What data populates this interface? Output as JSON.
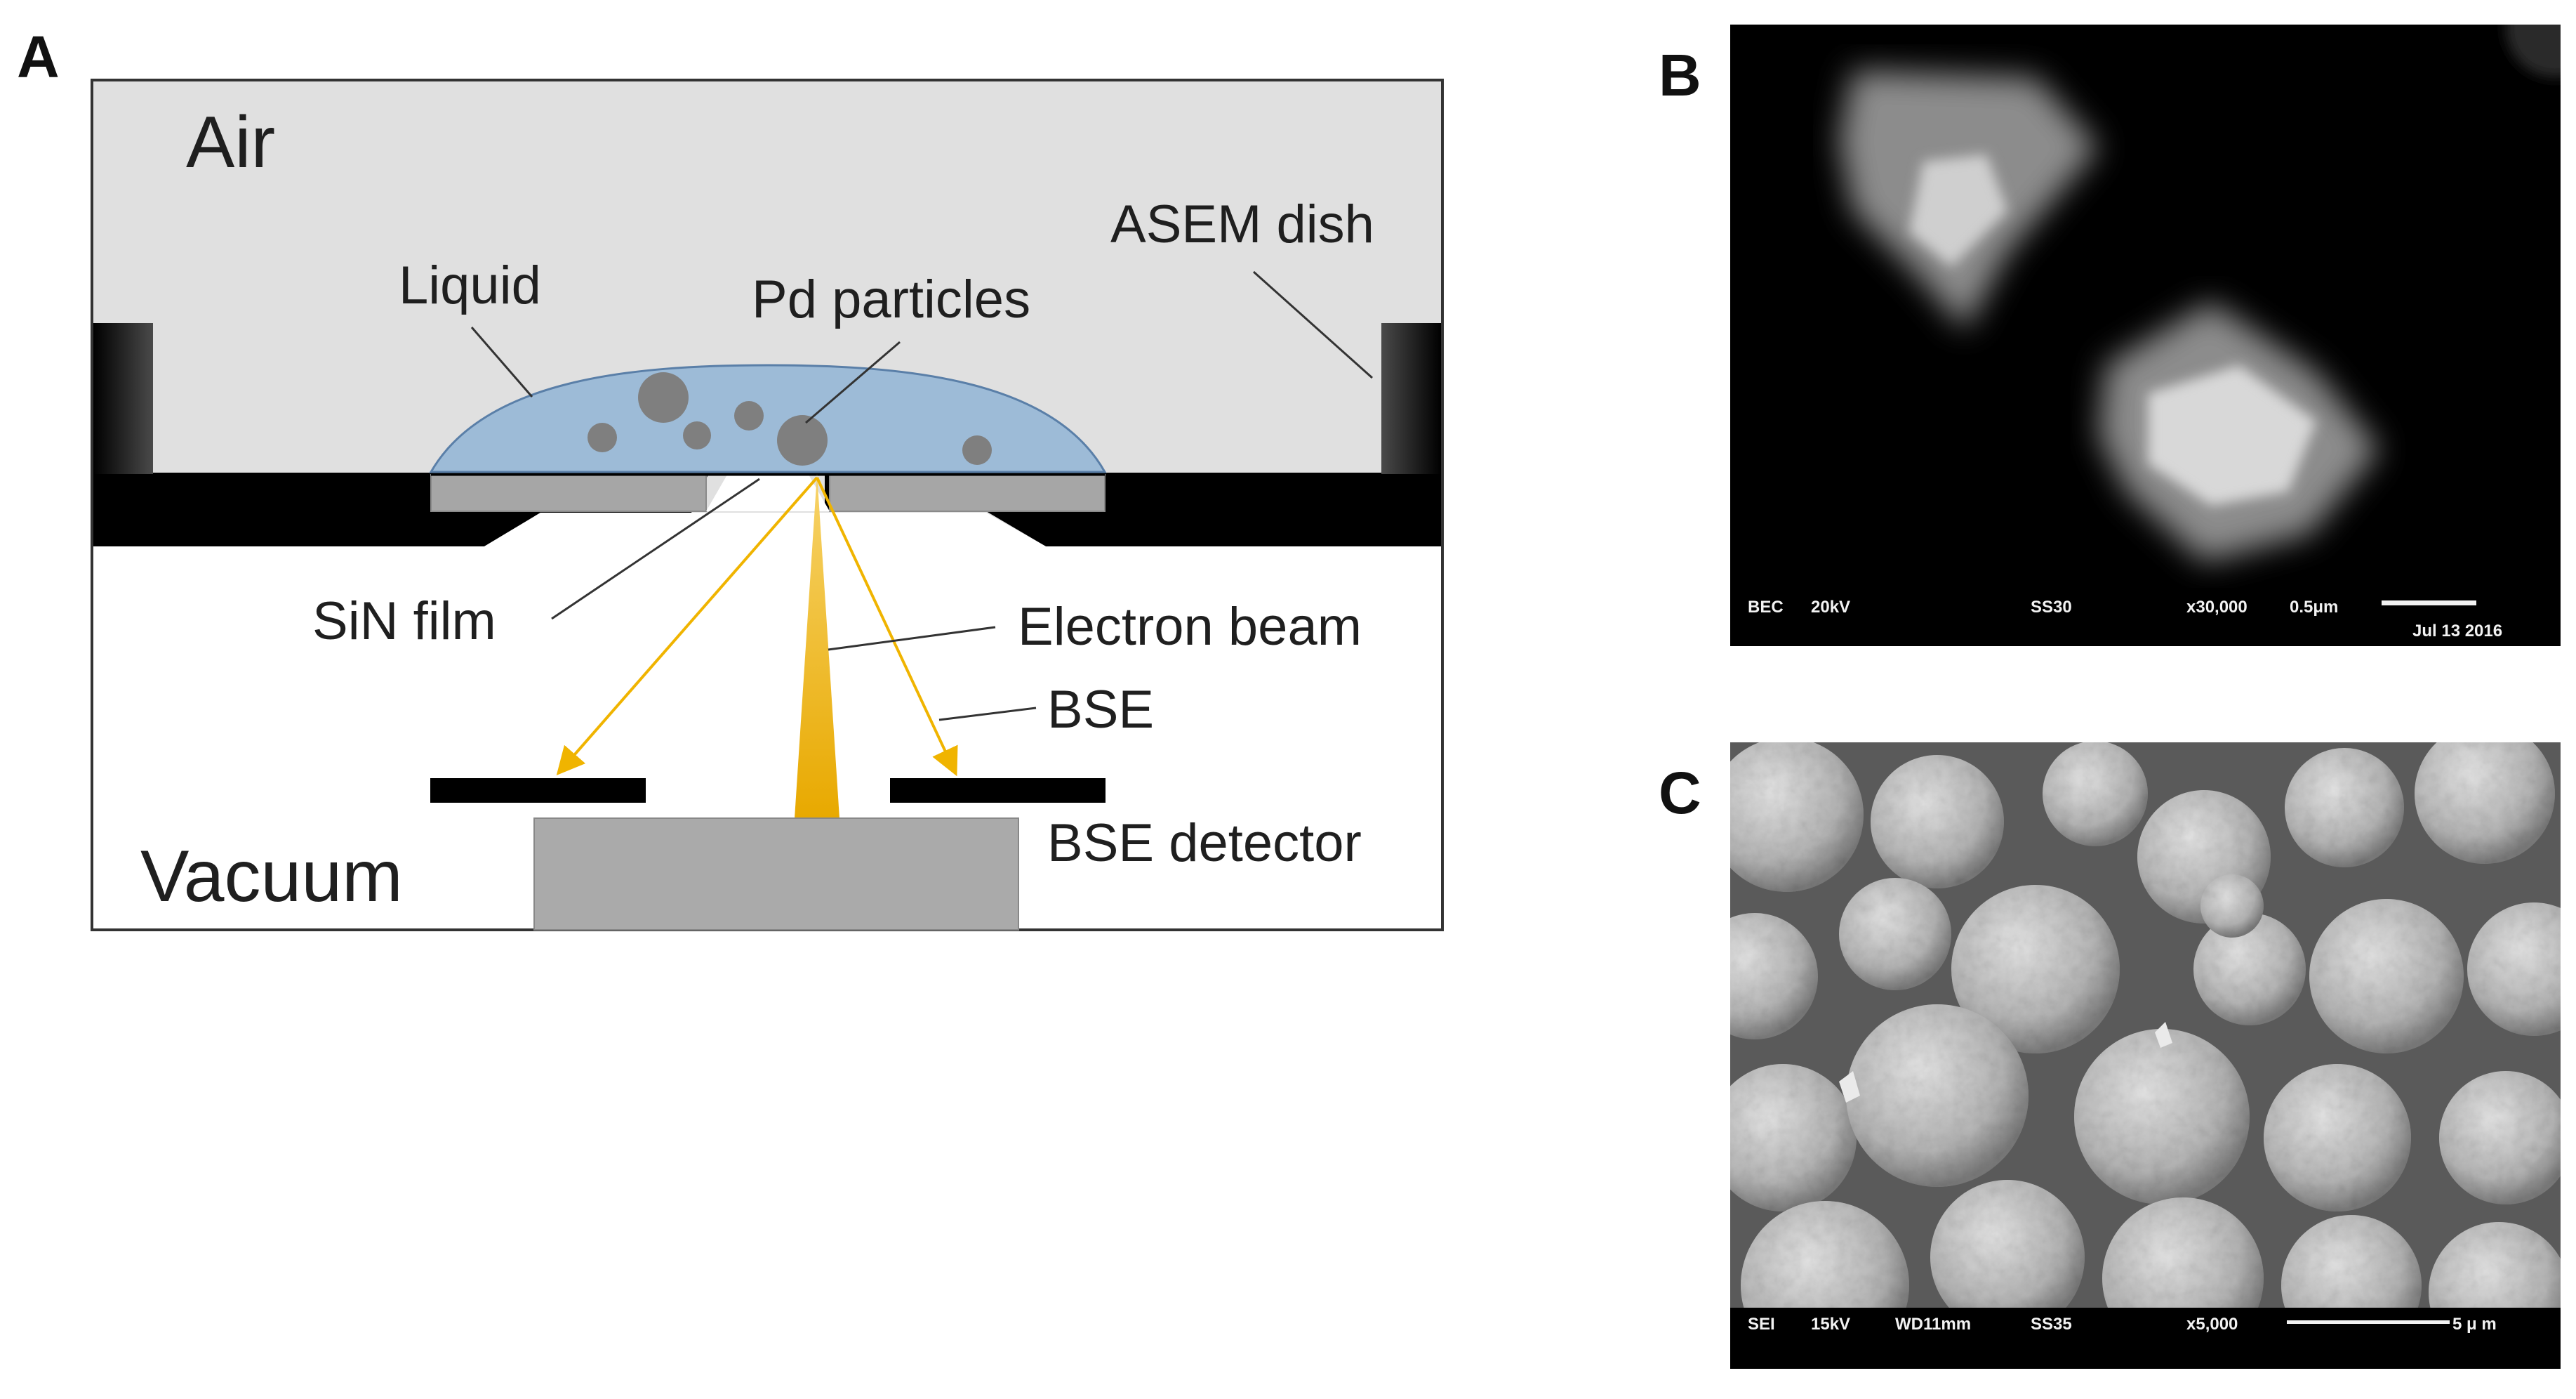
{
  "panels": {
    "a_letter": "A",
    "b_letter": "B",
    "c_letter": "C"
  },
  "diagram": {
    "air": "Air",
    "asem_dish": "ASEM dish",
    "liquid": "Liquid",
    "pd_particles": "Pd particles",
    "sin_film": "SiN film",
    "electron_beam": "Electron beam",
    "bse": "BSE",
    "bse_detector": "BSE detector",
    "vacuum": "Vacuum"
  },
  "micrograph_b": {
    "mode": "BEC",
    "voltage": "20kV",
    "spot": "SS30",
    "magnification": "x30,000",
    "scale": "0.5μm",
    "date": "Jul 13 2016"
  },
  "micrograph_c": {
    "mode": "SEI",
    "voltage": "15kV",
    "wd": "WD11mm",
    "spot": "SS35",
    "magnification": "x5,000",
    "scale": "5 μ m"
  },
  "colors": {
    "dish_fill": "#e0e0e0",
    "liquid": "#9dbbd7",
    "particle": "#808080",
    "beam": "#f0b400",
    "detector": "#aaaaaa",
    "black": "#000000"
  }
}
